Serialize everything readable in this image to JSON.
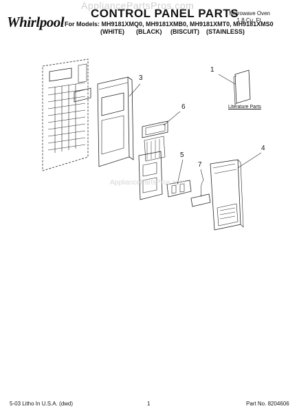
{
  "header": {
    "watermark": "AppliancePartsPros.com",
    "brand": "Whirlpool",
    "title": "CONTROL PANEL PARTS",
    "models_line": "For Models: MH9181XMQ0, MH9181XMB0, MH9181XMT0, MH9181XMS0",
    "colors": [
      "(WHITE)",
      "(BLACK)",
      "(BISCUIT)",
      "(STAINLESS)"
    ],
    "product": [
      "Microwave Oven",
      "1.8 Cu. Ft."
    ]
  },
  "diagram": {
    "callouts": [
      "1",
      "3",
      "6",
      "5",
      "7",
      "4"
    ],
    "literature_label": "Literature Parts",
    "watermark": "AppliancePartsPros.com"
  },
  "footer": {
    "litho": "5-03 Litho In U.S.A. (dwd)",
    "page": "1",
    "part_no": "Part No. 8204606"
  }
}
